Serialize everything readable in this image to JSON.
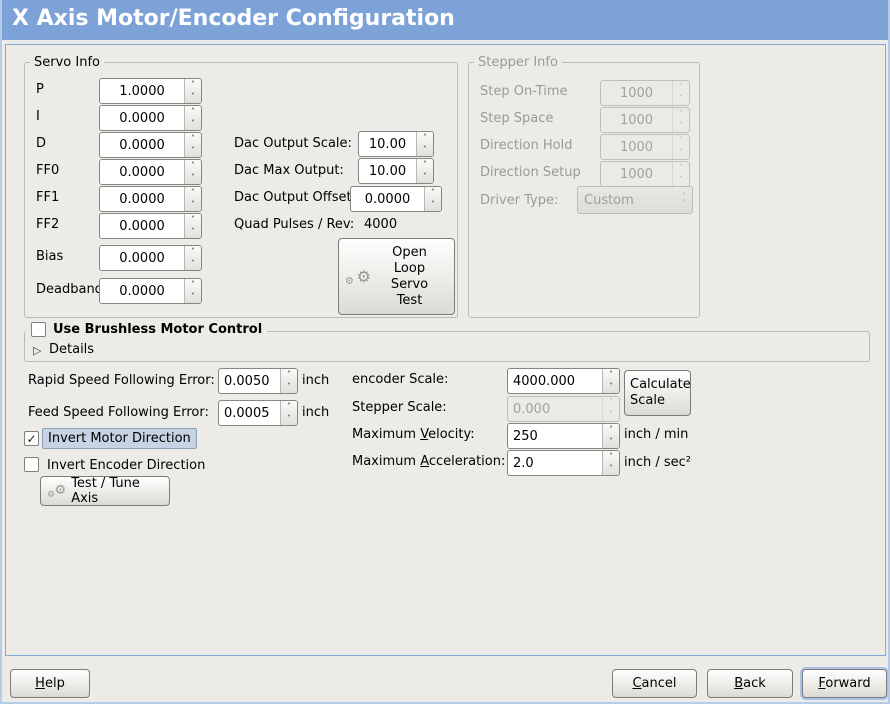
{
  "window": {
    "title": "X Axis Motor/Encoder Configuration"
  },
  "icons": {
    "gear": "⚙",
    "expander": "▷",
    "check": "✓",
    "spin_up": "˄",
    "spin_down": "˅"
  },
  "servo_info": {
    "legend": "Servo Info",
    "rows": [
      {
        "label": "P",
        "value": "1.0000"
      },
      {
        "label": "I",
        "value": "0.0000"
      },
      {
        "label": "D",
        "value": "0.0000"
      },
      {
        "label": "FF0",
        "value": "0.0000"
      },
      {
        "label": "FF1",
        "value": "0.0000"
      },
      {
        "label": "FF2",
        "value": "0.0000"
      },
      {
        "label": "Bias",
        "value": "0.0000"
      },
      {
        "label": "Deadband",
        "value": "0.0000"
      }
    ],
    "dac_rows": [
      {
        "label": "Dac Output Scale:",
        "value": "10.00"
      },
      {
        "label": "Dac Max Output:",
        "value": "10.00"
      },
      {
        "label": "Dac Output Offset:",
        "value": "0.0000"
      }
    ],
    "quad_pulses_label": "Quad Pulses / Rev:",
    "quad_pulses_value": "4000",
    "open_loop_button_label": "Open\nLoop\nServo\nTest"
  },
  "stepper_info": {
    "legend": "Stepper Info",
    "rows": [
      {
        "label": "Step On-Time",
        "value": "1000"
      },
      {
        "label": "Step Space",
        "value": "1000"
      },
      {
        "label": "Direction Hold",
        "value": "1000"
      },
      {
        "label": "Direction Setup",
        "value": "1000"
      }
    ],
    "driver_type_label": "Driver Type:",
    "driver_type_value": "Custom"
  },
  "brushless": {
    "checkbox_label": "Use Brushless Motor Control",
    "details_label": "Details"
  },
  "following_error": {
    "rapid_label": "Rapid Speed Following Error:",
    "rapid_value": "0.0050",
    "rapid_unit": "inch",
    "feed_label": "Feed Speed Following Error:",
    "feed_value": "0.0005",
    "feed_unit": "inch"
  },
  "direction": {
    "invert_motor_label": "Invert Motor Direction",
    "invert_encoder_label": "Invert Encoder Direction",
    "test_tune_button_label": "Test / Tune Axis"
  },
  "scaling": {
    "encoder_label": "encoder Scale:",
    "encoder_value": "4000.000",
    "calculate_button_label": "Calculate Scale",
    "stepper_label": "Stepper Scale:",
    "stepper_value": "0.000",
    "velocity_label_prefix": "Maximum ",
    "velocity_mnemonic": "V",
    "velocity_label_suffix": "elocity:",
    "velocity_value": "250",
    "velocity_unit": "inch / min",
    "accel_label_prefix": "Maximum ",
    "accel_mnemonic": "A",
    "accel_label_suffix": "cceleration:",
    "accel_value": "2.0",
    "accel_unit": "inch / sec²"
  },
  "footer": {
    "help_mnemonic": "H",
    "help_suffix": "elp",
    "cancel_mnemonic": "C",
    "cancel_suffix": "ancel",
    "back_mnemonic": "B",
    "back_suffix": "ack",
    "forward_mnemonic": "F",
    "forward_suffix": "orward"
  },
  "colors": {
    "titlebar": "#7ca2d8",
    "window_border": "#b5cbe9",
    "content_border": "#84a7da",
    "highlight": "#c7d3e3"
  }
}
